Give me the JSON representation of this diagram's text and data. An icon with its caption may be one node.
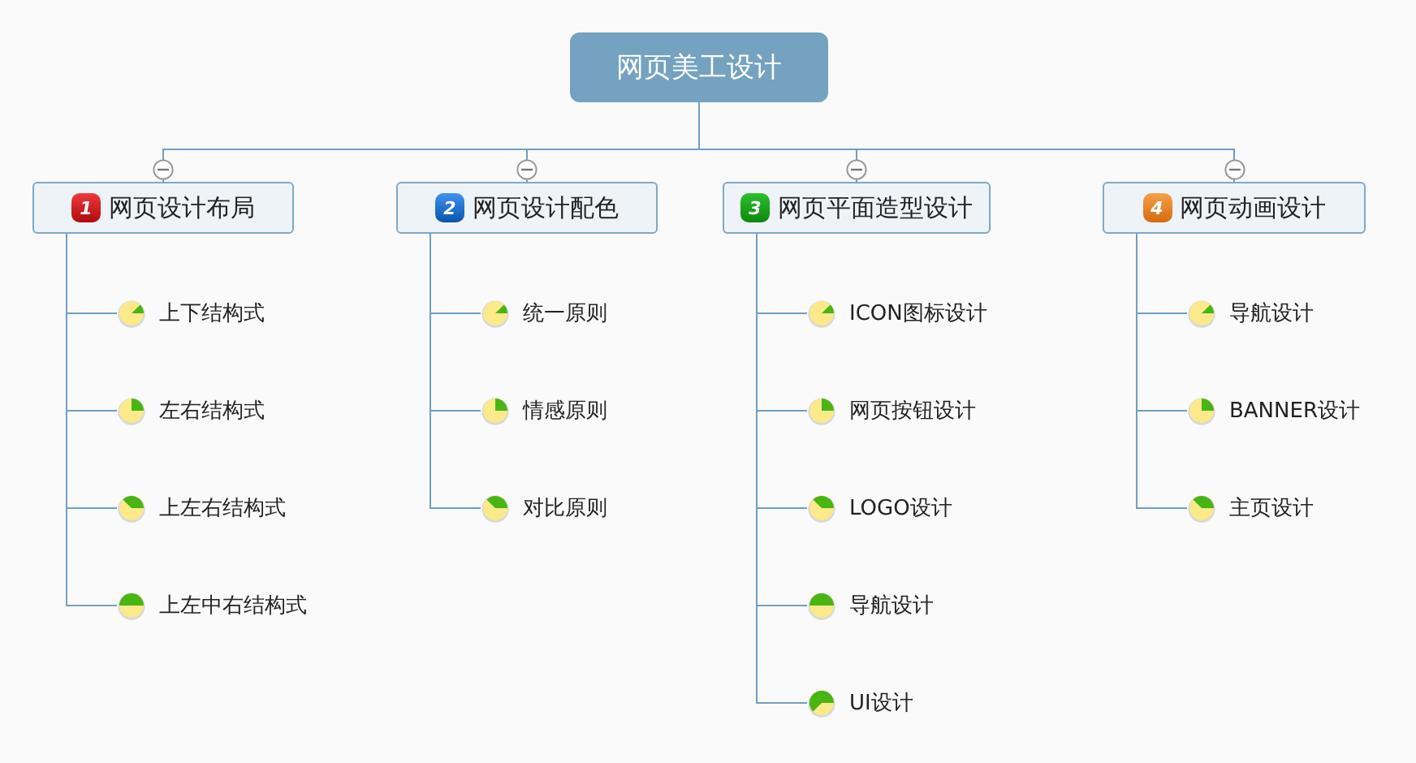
{
  "diagram": {
    "nodes": [
      {
        "text": [
          "网页美工设计"
        ]
      },
      {
        "text": [
          "1",
          "网页设计布局"
        ]
      },
      {
        "text": [
          "上下结构式"
        ]
      },
      {
        "text": [
          "左右结构式"
        ]
      },
      {
        "text": [
          "上左右结构式"
        ]
      },
      {
        "text": [
          "上左中右结构式"
        ]
      },
      {
        "text": [
          "2",
          "网页设计配色"
        ]
      },
      {
        "text": [
          "统一原则"
        ]
      },
      {
        "text": [
          "情感原则"
        ]
      },
      {
        "text": [
          "对比原则"
        ]
      },
      {
        "text": [
          "3",
          "网页平面造型设计"
        ]
      },
      {
        "text": [
          "ICON图标设计"
        ]
      },
      {
        "text": [
          "网页按钮设计"
        ]
      },
      {
        "text": [
          "LOGO设计"
        ]
      },
      {
        "text": [
          "导航设计"
        ]
      },
      {
        "text": [
          "UI设计"
        ]
      },
      {
        "text": [
          "4",
          "网页动画设计"
        ]
      },
      {
        "text": [
          "导航设计"
        ]
      },
      {
        "text": [
          "BANNER设计"
        ]
      },
      {
        "text": [
          "主页设计"
        ]
      }
    ],
    "edges": [
      {
        "from": 0,
        "to": 1,
        "arrow": "none"
      },
      {
        "from": 0,
        "to": 6,
        "arrow": "none"
      },
      {
        "from": 0,
        "to": 10,
        "arrow": "none"
      },
      {
        "from": 0,
        "to": 16,
        "arrow": "none"
      },
      {
        "from": 1,
        "to": 2,
        "arrow": "none"
      },
      {
        "from": 1,
        "to": 3,
        "arrow": "none"
      },
      {
        "from": 1,
        "to": 4,
        "arrow": "none"
      },
      {
        "from": 1,
        "to": 5,
        "arrow": "none"
      },
      {
        "from": 6,
        "to": 7,
        "arrow": "none"
      },
      {
        "from": 6,
        "to": 8,
        "arrow": "none"
      },
      {
        "from": 6,
        "to": 9,
        "arrow": "none"
      },
      {
        "from": 10,
        "to": 11,
        "arrow": "none"
      },
      {
        "from": 10,
        "to": 12,
        "arrow": "none"
      },
      {
        "from": 10,
        "to": 13,
        "arrow": "none"
      },
      {
        "from": 10,
        "to": 14,
        "arrow": "none"
      },
      {
        "from": 10,
        "to": 15,
        "arrow": "none"
      },
      {
        "from": 16,
        "to": 17,
        "arrow": "none"
      },
      {
        "from": 16,
        "to": 18,
        "arrow": "none"
      },
      {
        "from": 16,
        "to": 19,
        "arrow": "none"
      }
    ]
  }
}
